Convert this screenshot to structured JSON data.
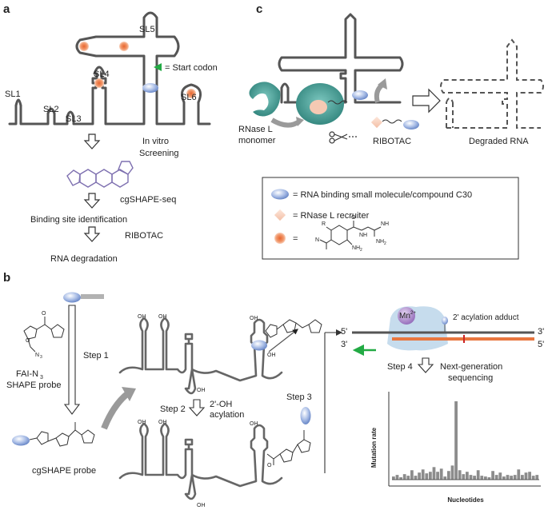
{
  "panels": {
    "a": "a",
    "b": "b",
    "c": "c"
  },
  "panel_a": {
    "stem_loops": [
      "SL1",
      "SL2",
      "SL3",
      "SL4",
      "SL5",
      "SL6"
    ],
    "start_codon": "= Start codon",
    "in_vitro": "In vitro",
    "screening": "Screening",
    "cgshape_seq": "cgSHAPE-seq",
    "binding_site": "Binding site identification",
    "ribotac": "RIBOTAC",
    "rna_degradation": "RNA degradation"
  },
  "panel_b": {
    "fai_label": "FAI-N",
    "fai_sub": "3",
    "shape_probe": "SHAPE probe",
    "n3": "N",
    "n3_sub": "3",
    "step1": "Step 1",
    "cgshape_probe": "cgSHAPE probe",
    "step2": "Step 2",
    "acylation_line1": "2'-OH",
    "acylation_line2": "acylation",
    "oh": "OH",
    "step3": "Step 3",
    "mn": "Mn",
    "mn_sup": "2+",
    "adduct": "2' acylation adduct",
    "five_prime": "5'",
    "three_prime": "3'",
    "step4": "Step 4",
    "ngs_line1": "Next-generation",
    "ngs_line2": "sequencing",
    "ylabel": "Mutation rate",
    "xlabel": "Nucleotides"
  },
  "panel_c": {
    "rnase_line1": "RNase L",
    "rnase_line2": "monomer",
    "ribotac": "RIBOTAC",
    "degraded": "Degraded RNA",
    "legend": [
      "= RNA binding small molecule/compound C30",
      "= RNase L recruiter",
      "="
    ],
    "mol_labels": {
      "r": "R",
      "o": "O",
      "nh": "NH",
      "n": "N",
      "nh2": "NH",
      "nh2_sub": "2",
      "nh_top": "NH",
      "nh2b": "NH",
      "nh2b_sub": "2"
    }
  },
  "colors": {
    "rna": "#555555",
    "ligand": "#8fa8d8",
    "recruiter": "#f6cdb8",
    "binding_site": "#ef8a5a",
    "rnase": "#3f9c93",
    "cdna": "#e8763f",
    "polymerase": "#b8d4e8",
    "mn": "#a583c4",
    "arrow_green": "#22aa44"
  },
  "chart_data": {
    "type": "bar",
    "title": "",
    "xlabel": "Nucleotides",
    "ylabel": "Mutation rate",
    "values": [
      0.04,
      0.06,
      0.03,
      0.07,
      0.05,
      0.12,
      0.05,
      0.09,
      0.13,
      0.08,
      0.1,
      0.16,
      0.1,
      0.14,
      0.04,
      0.11,
      0.18,
      1.0,
      0.12,
      0.07,
      0.1,
      0.06,
      0.05,
      0.12,
      0.05,
      0.04,
      0.03,
      0.11,
      0.06,
      0.09,
      0.04,
      0.06,
      0.05,
      0.06,
      0.13,
      0.06,
      0.09,
      0.1,
      0.05,
      0.06
    ]
  }
}
